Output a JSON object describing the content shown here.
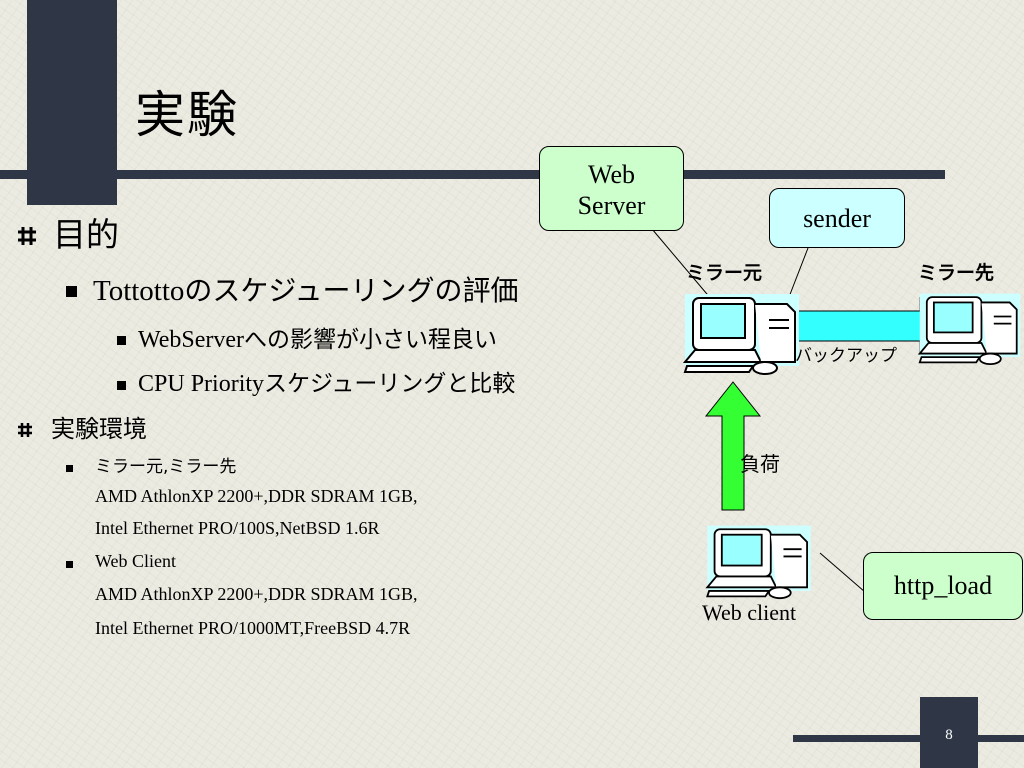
{
  "slide": {
    "title": "実験",
    "page_number": "8"
  },
  "bullets": {
    "purpose": {
      "label": "目的",
      "sub": {
        "label_en": "Tottotto",
        "label_jp": "のスケジューリングの評価",
        "items": [
          {
            "en": "WebServer",
            "jp": "への影響が小さい程良い"
          },
          {
            "en": "CPU Priority",
            "jp": "スケジューリングと比較"
          }
        ]
      }
    },
    "env": {
      "label": "実験環境",
      "items": [
        {
          "label": "ミラー元,ミラー先",
          "lines": [
            "AMD AthlonXP 2200+,DDR SDRAM 1GB,",
            "Intel Ethernet PRO/100S,NetBSD 1.6R"
          ]
        },
        {
          "label": "Web Client",
          "lines": [
            "AMD AthlonXP 2200+,DDR SDRAM 1GB,",
            "Intel Ethernet PRO/1000MT,FreeBSD 4.7R"
          ]
        }
      ]
    }
  },
  "diagram": {
    "web_server_callout": "Web\nServer",
    "sender_callout": "sender",
    "http_load_callout": "http_load",
    "mirror_src_label": "ミラー元",
    "mirror_dst_label": "ミラー先",
    "backup_label": "バックアップ",
    "load_label": "負荷",
    "web_client_label": "Web client",
    "colors": {
      "green_callout": "#ccffcc",
      "cyan_callout": "#ccffff",
      "arrow_green": "#33ff33",
      "arrow_cyan": "#33ffff",
      "bar": "#2f3747"
    },
    "icons": [
      "computer-icon",
      "computer-icon",
      "computer-icon"
    ]
  }
}
